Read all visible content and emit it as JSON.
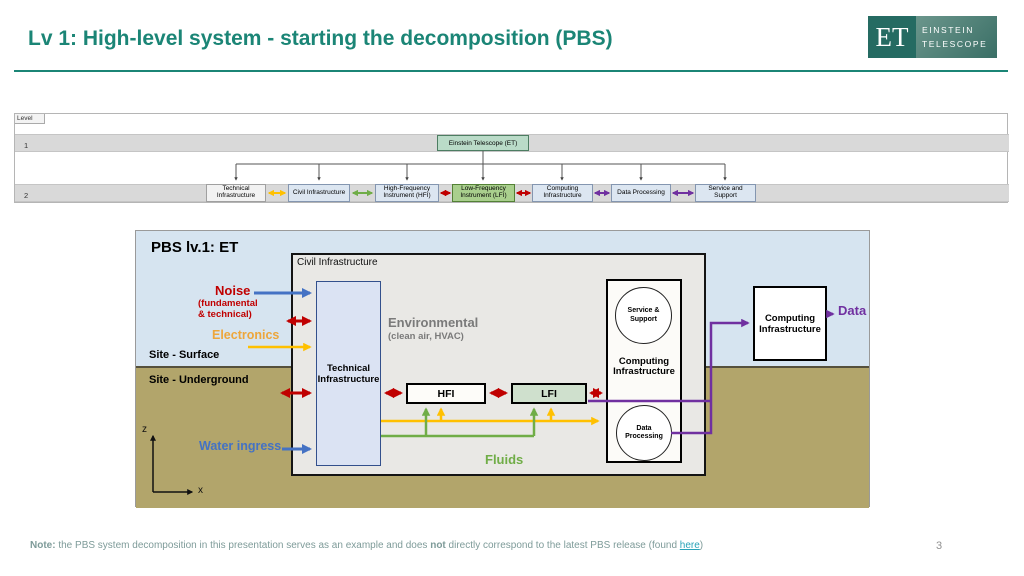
{
  "slide": {
    "title": "Lv 1: High-level system - starting the decomposition (PBS)",
    "page_number": "3"
  },
  "logo": {
    "monogram": "ET",
    "line1": "EINSTEIN",
    "line2": "TELESCOPE"
  },
  "tree": {
    "level_header": "Level",
    "row1": "1",
    "row2": "2",
    "root_label": "Einstein Telescope (ET)",
    "children": [
      {
        "label": "Technical Infrastructure"
      },
      {
        "label": "Civil Infrastructure"
      },
      {
        "label": "High-Frequency Instrument (HFI)"
      },
      {
        "label": "Low-Frequency Instrument (LFI)"
      },
      {
        "label": "Computing Infrastructure"
      },
      {
        "label": "Data Processing"
      },
      {
        "label": "Service and Support"
      }
    ]
  },
  "diagram": {
    "title": "PBS lv.1: ET",
    "site_surface": "Site - Surface",
    "site_underground": "Site - Underground",
    "civil_infrastructure": "Civil Infrastructure",
    "technical_infrastructure": "Technical Infrastructure",
    "environmental": "Environmental",
    "environmental_sub": "(clean air, HVAC)",
    "hfi": "HFI",
    "lfi": "LFI",
    "computing_inner": "Computing Infrastructure",
    "service_support": "Service & Support",
    "data_processing": "Data Processing",
    "computing_outer": "Computing Infrastructure",
    "data_label": "Data",
    "noise": "Noise",
    "noise_sub": "(fundamental\n& technical)",
    "electronics": "Electronics",
    "water_ingress": "Water ingress",
    "fluids": "Fluids",
    "axis_z": "z",
    "axis_x": "x"
  },
  "note": {
    "bold1": "Note:",
    "text1": " the PBS system decomposition in this presentation serves as an example and does ",
    "bold2": "not",
    "text2": " directly correspond to the latest PBS release (found ",
    "link": "here",
    "text3": ")"
  },
  "colors": {
    "accent_teal": "#1B8576",
    "red": "#C00000",
    "gold": "#FFC000",
    "green": "#70AD47",
    "blue": "#4472C4",
    "purple": "#7030A0",
    "surface_blue": "#D6E4F0",
    "underground_khaki": "#B2A56B"
  }
}
